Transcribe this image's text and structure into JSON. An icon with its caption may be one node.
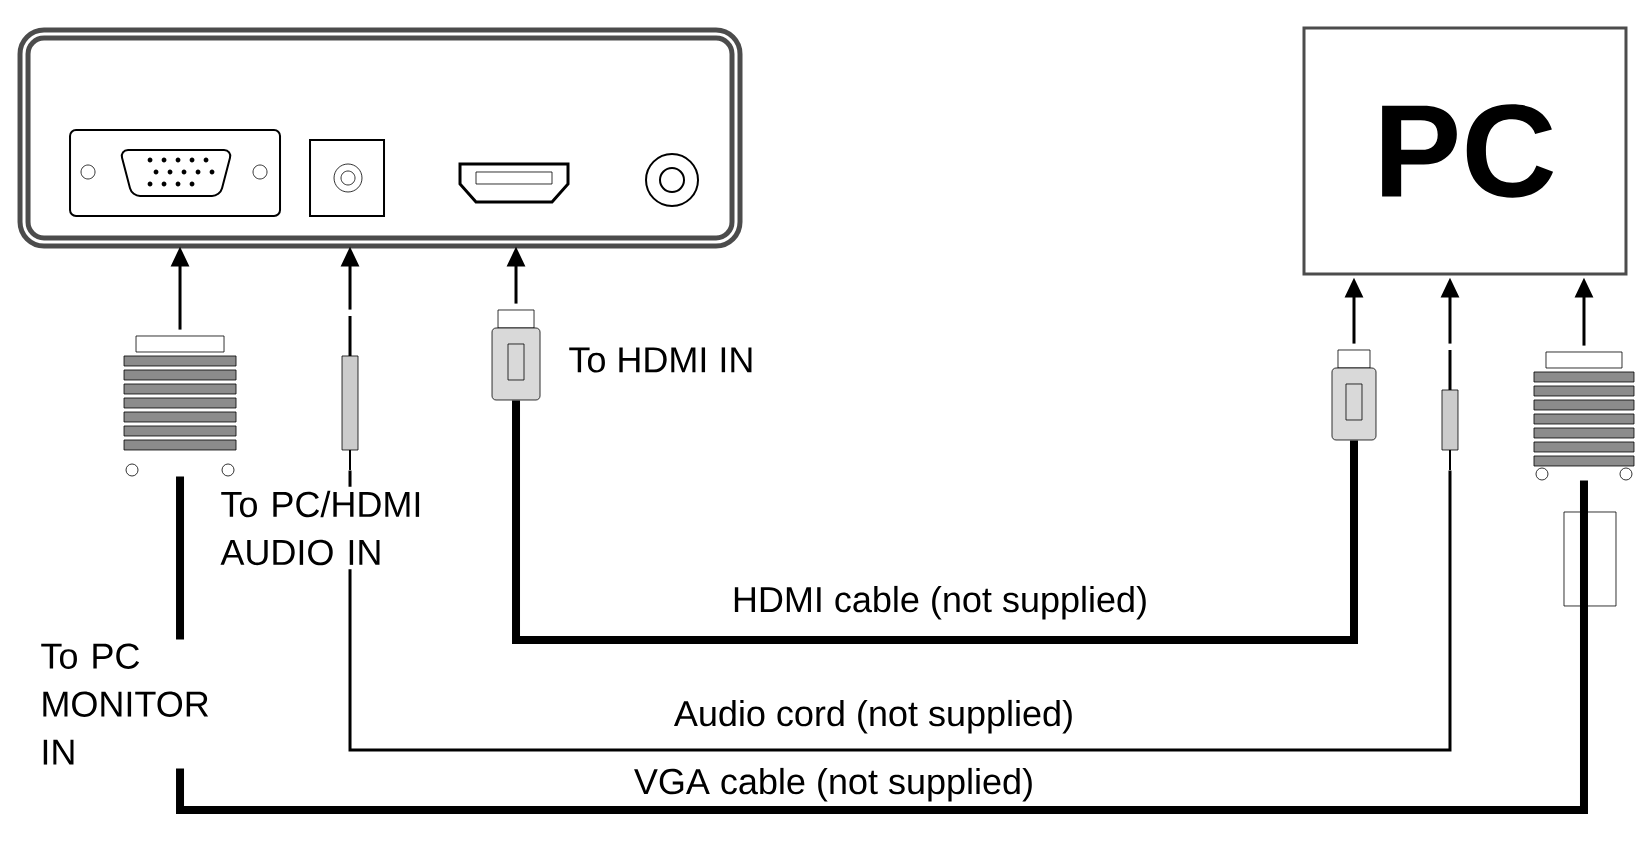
{
  "diagram": {
    "nodes": [
      {
        "text": [],
        "shape": "box"
      },
      {
        "text": [
          "PC"
        ]
      },
      {
        "text": [],
        "shape": "plug"
      },
      {
        "text": [],
        "shape": "plug"
      },
      {
        "text": [],
        "shape": "plug"
      },
      {
        "text": [],
        "shape": "plug"
      },
      {
        "text": [],
        "shape": "plug"
      },
      {
        "text": [],
        "shape": "plug"
      }
    ],
    "edges": [
      {
        "from": 2,
        "to": 0,
        "arrow": "to"
      },
      {
        "from": 3,
        "to": 0,
        "arrow": "to"
      },
      {
        "from": 4,
        "to": 0,
        "arrow": "to"
      },
      {
        "from": 5,
        "to": 1,
        "arrow": "to"
      },
      {
        "from": 6,
        "to": 1,
        "arrow": "to"
      },
      {
        "from": 7,
        "to": 1,
        "arrow": "to"
      },
      {
        "from": 4,
        "to": 5,
        "arrow": "none",
        "label": "HDMI cable (not supplied)",
        "style": "thick"
      },
      {
        "from": 3,
        "to": 6,
        "arrow": "none",
        "label": "Audio cord (not supplied)"
      },
      {
        "from": 2,
        "to": 7,
        "arrow": "none",
        "label": "VGA cable (not supplied)",
        "style": "thick"
      }
    ],
    "labels": [
      "To HDMI IN",
      "To PC/HDMI AUDIO IN",
      "To PC MONITOR IN"
    ]
  }
}
